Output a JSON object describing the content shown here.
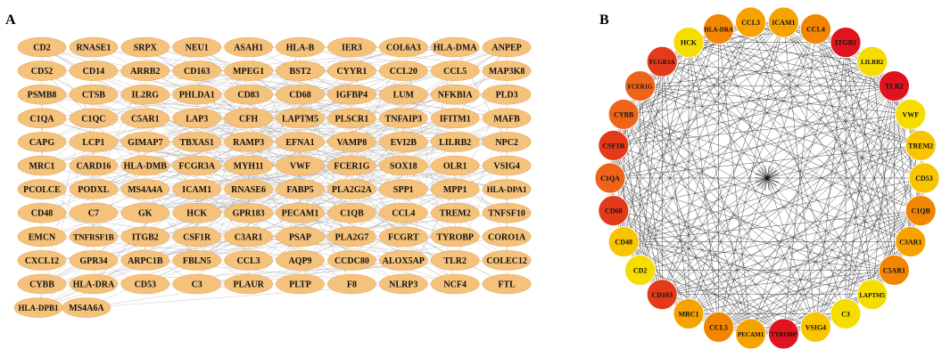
{
  "panel_a": {
    "label": "A",
    "node_color": "#F5C27C",
    "rows": [
      [
        "CD2",
        "RNASE1",
        "SRPX",
        "NEU1",
        "ASAH1",
        "HLA-B",
        "IER3",
        "COL6A3",
        "HLA-DMA",
        "ANPEP"
      ],
      [
        "CD52",
        "CD14",
        "ARRB2",
        "CD163",
        "MPEG1",
        "BST2",
        "CYYR1",
        "CCL20",
        "CCL5",
        "MAP3K8"
      ],
      [
        "PSMB8",
        "CTSB",
        "IL2RG",
        "PHLDA1",
        "CD83",
        "CD68",
        "IGFBP4",
        "LUM",
        "NFKBIA",
        "PLD3"
      ],
      [
        "C1QA",
        "C1QC",
        "C5AR1",
        "LAP3",
        "CFH",
        "LAPTM5",
        "PLSCR1",
        "TNFAIP3",
        "IFITM1",
        "MAFB"
      ],
      [
        "CAPG",
        "LCP1",
        "GIMAP7",
        "TBXAS1",
        "RAMP3",
        "EFNA1",
        "VAMP8",
        "EVI2B",
        "LILRB2",
        "NPC2"
      ],
      [
        "MRC1",
        "CARD16",
        "HLA-DMB",
        "FCGR3A",
        "MYH11",
        "VWF",
        "FCER1G",
        "SOX18",
        "OLR1",
        "VSIG4"
      ],
      [
        "PCOLCE",
        "PODXL",
        "MS4A4A",
        "ICAM1",
        "RNASE6",
        "FABP5",
        "PLA2G2A",
        "SPP1",
        "MPP1",
        "HLA-DPA1"
      ],
      [
        "CD48",
        "C7",
        "GK",
        "HCK",
        "GPR183",
        "PECAM1",
        "C1QB",
        "CCL4",
        "TREM2",
        "TNFSF10"
      ],
      [
        "EMCN",
        "TNFRSF1B",
        "ITGB2",
        "CSF1R",
        "C3AR1",
        "PSAP",
        "PLA2G7",
        "FCGRT",
        "TYROBP",
        "CORO1A"
      ],
      [
        "CXCL12",
        "GPR34",
        "ARPC1B",
        "FBLN5",
        "CCL3",
        "AQP9",
        "CCDC80",
        "ALOX5AP",
        "TLR2",
        "COLEC12"
      ],
      [
        "CYBB",
        "HLA-DRA",
        "CD53",
        "C3",
        "PLAUR",
        "PLTP",
        "F8",
        "NLRP3",
        "NCF4",
        "FTL"
      ],
      [
        "HLA-DPB1",
        "MS4A6A"
      ]
    ]
  },
  "panel_b": {
    "label": "B",
    "palette": [
      "#F5DD00",
      "#F9C400",
      "#F6A300",
      "#F28600",
      "#EE6418",
      "#E53A1A",
      "#E0141E"
    ],
    "nodes": [
      {
        "name": "ICAM1",
        "level": 2
      },
      {
        "name": "CCL4",
        "level": 3
      },
      {
        "name": "ITGB2",
        "level": 6
      },
      {
        "name": "LILRB2",
        "level": 0
      },
      {
        "name": "TLR2",
        "level": 6
      },
      {
        "name": "VWF",
        "level": 0
      },
      {
        "name": "TREM2",
        "level": 1
      },
      {
        "name": "CD53",
        "level": 1
      },
      {
        "name": "C1QB",
        "level": 3
      },
      {
        "name": "C3AR1",
        "level": 2
      },
      {
        "name": "C5AR1",
        "level": 3
      },
      {
        "name": "LAPTM5",
        "level": 0
      },
      {
        "name": "C3",
        "level": 0
      },
      {
        "name": "VSIG4",
        "level": 1
      },
      {
        "name": "TYROBP",
        "level": 6
      },
      {
        "name": "PECAM1",
        "level": 2
      },
      {
        "name": "CCL5",
        "level": 3
      },
      {
        "name": "MRC1",
        "level": 2
      },
      {
        "name": "CD163",
        "level": 5
      },
      {
        "name": "CD2",
        "level": 0
      },
      {
        "name": "CD48",
        "level": 1
      },
      {
        "name": "CD68",
        "level": 5
      },
      {
        "name": "C1QA",
        "level": 4
      },
      {
        "name": "CSF1R",
        "level": 5
      },
      {
        "name": "CYBB",
        "level": 4
      },
      {
        "name": "FCER1G",
        "level": 4
      },
      {
        "name": "FCGR3A",
        "level": 5
      },
      {
        "name": "HCK",
        "level": 0
      },
      {
        "name": "HLA-DRA",
        "level": 3
      },
      {
        "name": "CCL3",
        "level": 2
      }
    ]
  }
}
